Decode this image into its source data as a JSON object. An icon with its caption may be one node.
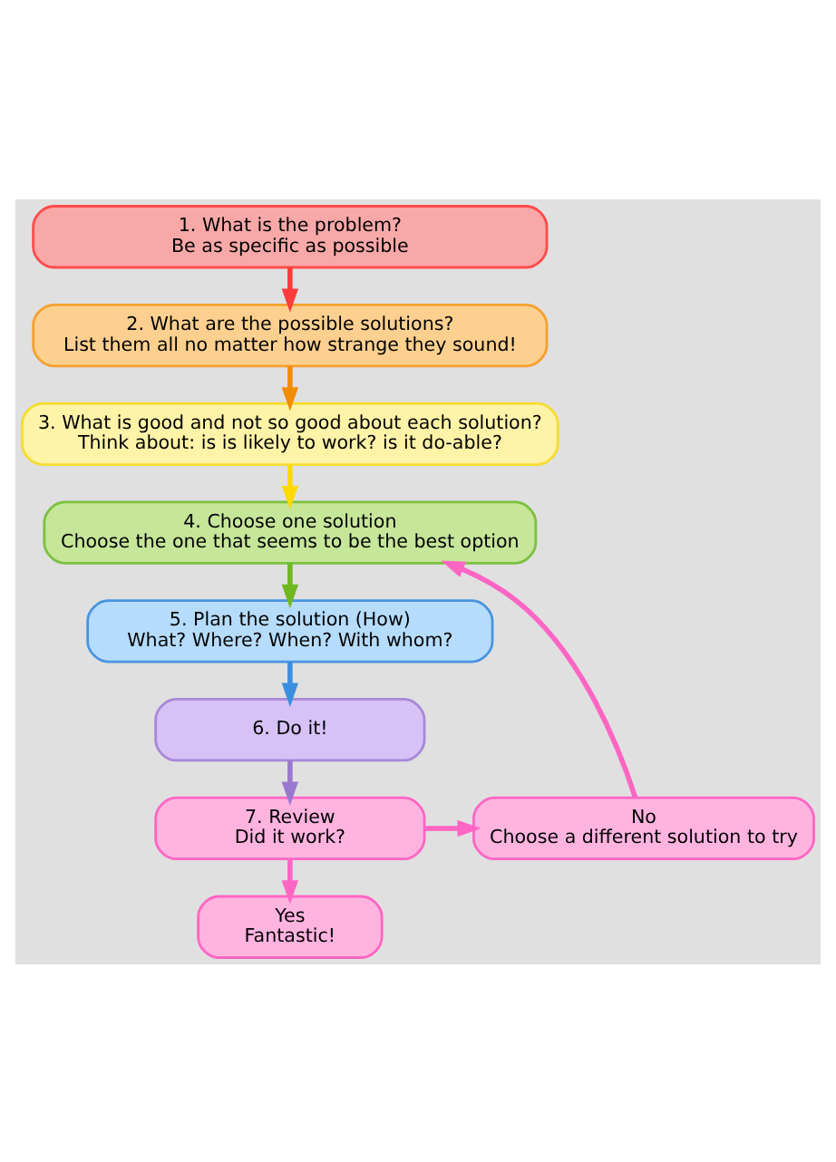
{
  "diagram": {
    "nodes": [
      {
        "text": [
          "1. What is the problem?",
          "Be as specific as possible"
        ]
      },
      {
        "text": [
          "2. What are the possible solutions?",
          "List them all no matter how strange they sound!"
        ]
      },
      {
        "text": [
          "3. What is good and not so good about each solution?",
          "Think about: is is likely to work? is it do-able?"
        ]
      },
      {
        "text": [
          "4. Choose one solution",
          "Choose the one that seems to be the best option"
        ]
      },
      {
        "text": [
          "5. Plan the solution (How)",
          "What? Where? When? With whom?"
        ]
      },
      {
        "text": [
          "6. Do it!"
        ]
      },
      {
        "text": [
          "7. Review",
          "Did it work?"
        ]
      },
      {
        "text": [
          "No",
          "Choose a different solution to try"
        ]
      },
      {
        "text": [
          "Yes",
          "Fantastic!"
        ]
      }
    ],
    "edges": [
      {
        "from": 0,
        "to": 1,
        "arrow": "to",
        "color": "#ff3b3b"
      },
      {
        "from": 1,
        "to": 2,
        "arrow": "to",
        "color": "#f28c00"
      },
      {
        "from": 2,
        "to": 3,
        "arrow": "to",
        "color": "#ffd900"
      },
      {
        "from": 3,
        "to": 4,
        "arrow": "to",
        "color": "#6fb820"
      },
      {
        "from": 4,
        "to": 5,
        "arrow": "to",
        "color": "#3a8ee0"
      },
      {
        "from": 5,
        "to": 6,
        "arrow": "to",
        "color": "#9a78d0"
      },
      {
        "from": 6,
        "to": 7,
        "arrow": "to",
        "color": "#ff66c4"
      },
      {
        "from": 6,
        "to": 8,
        "arrow": "to",
        "color": "#ff66c4"
      },
      {
        "from": 7,
        "to": 3,
        "arrow": "to",
        "color": "#ff66c4"
      }
    ]
  }
}
